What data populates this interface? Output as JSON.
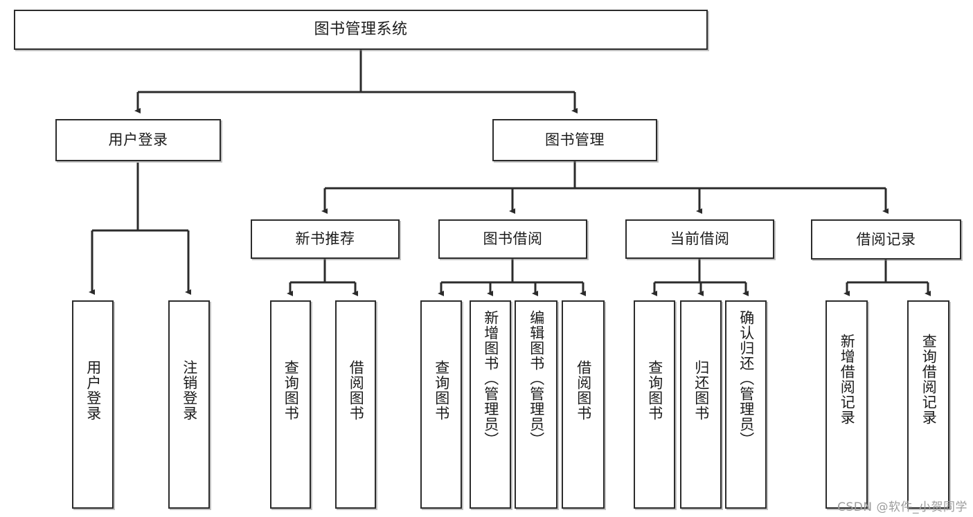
{
  "diagram": {
    "title": "图书管理系统",
    "type": "tree",
    "root": {
      "id": "root",
      "label": "图书管理系统"
    },
    "level2": [
      {
        "id": "user-login",
        "label": "用户登录"
      },
      {
        "id": "book-manage",
        "label": "图书管理"
      }
    ],
    "level3": [
      {
        "id": "new-book-rec",
        "label": "新书推荐",
        "parent": "book-manage"
      },
      {
        "id": "book-borrow",
        "label": "图书借阅",
        "parent": "book-manage"
      },
      {
        "id": "current-borrow",
        "label": "当前借阅",
        "parent": "book-manage"
      },
      {
        "id": "borrow-record",
        "label": "借阅记录",
        "parent": "book-manage"
      }
    ],
    "leaves": [
      {
        "id": "leaf-user-login",
        "label": "用户登录",
        "parent": "user-login"
      },
      {
        "id": "leaf-user-logout",
        "label": "注销登录",
        "parent": "user-login"
      },
      {
        "id": "leaf-query-book-1",
        "label": "查询图书",
        "parent": "new-book-rec"
      },
      {
        "id": "leaf-borrow-book-1",
        "label": "借阅图书",
        "parent": "new-book-rec"
      },
      {
        "id": "leaf-query-book-2",
        "label": "查询图书",
        "parent": "book-borrow"
      },
      {
        "id": "leaf-add-book",
        "label": "新增图书（管理员）",
        "parent": "book-borrow"
      },
      {
        "id": "leaf-edit-book",
        "label": "编辑图书（管理员）",
        "parent": "book-borrow"
      },
      {
        "id": "leaf-borrow-book-2",
        "label": "借阅图书",
        "parent": "book-borrow"
      },
      {
        "id": "leaf-query-book-3",
        "label": "查询图书",
        "parent": "current-borrow"
      },
      {
        "id": "leaf-return-book",
        "label": "归还图书",
        "parent": "current-borrow"
      },
      {
        "id": "leaf-confirm-return",
        "label": "确认归还（管理员）",
        "parent": "current-borrow"
      },
      {
        "id": "leaf-add-record",
        "label": "新增借阅记录",
        "parent": "borrow-record"
      },
      {
        "id": "leaf-query-record",
        "label": "查询借阅记录",
        "parent": "borrow-record"
      }
    ]
  },
  "watermark": {
    "text": "CSDN @软件_小贺同学"
  },
  "colors": {
    "stroke": "#2b2b2b",
    "fill": "#ffffff",
    "text": "#1b1b1b",
    "watermark": "#9c9c9c"
  }
}
